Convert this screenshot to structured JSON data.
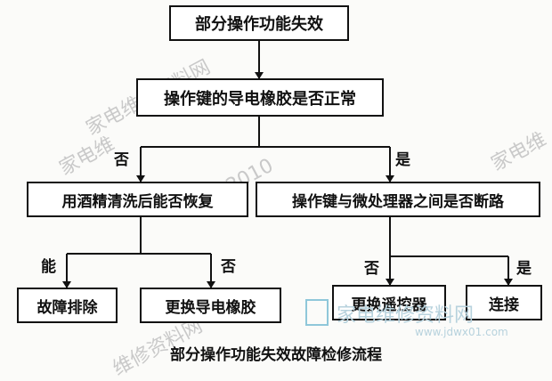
{
  "nodes": {
    "n1": "部分操作功能失效",
    "n2": "操作键的导电橡胶是否正常",
    "n3": "用酒精清洗后能否恢复",
    "n4": "操作键与微处理器之间是否断路",
    "n5": "故障排除",
    "n6": "更换导电橡胶",
    "n7": "更换遥控器",
    "n8": "连接"
  },
  "edge_labels": {
    "no_left": "否",
    "yes_right": "是",
    "can": "能",
    "no_mid": "否",
    "no_lower": "否",
    "yes_lower": "是"
  },
  "caption": "部分操作功能失效故障检修流程",
  "watermarks": {
    "w1": "家电维修资料网",
    "w2": "家电维",
    "w3": "2010",
    "w4": "家电维",
    "w5": "维修资料网",
    "brand": "家电维修资料网",
    "url": "www.jdwx01.com"
  }
}
